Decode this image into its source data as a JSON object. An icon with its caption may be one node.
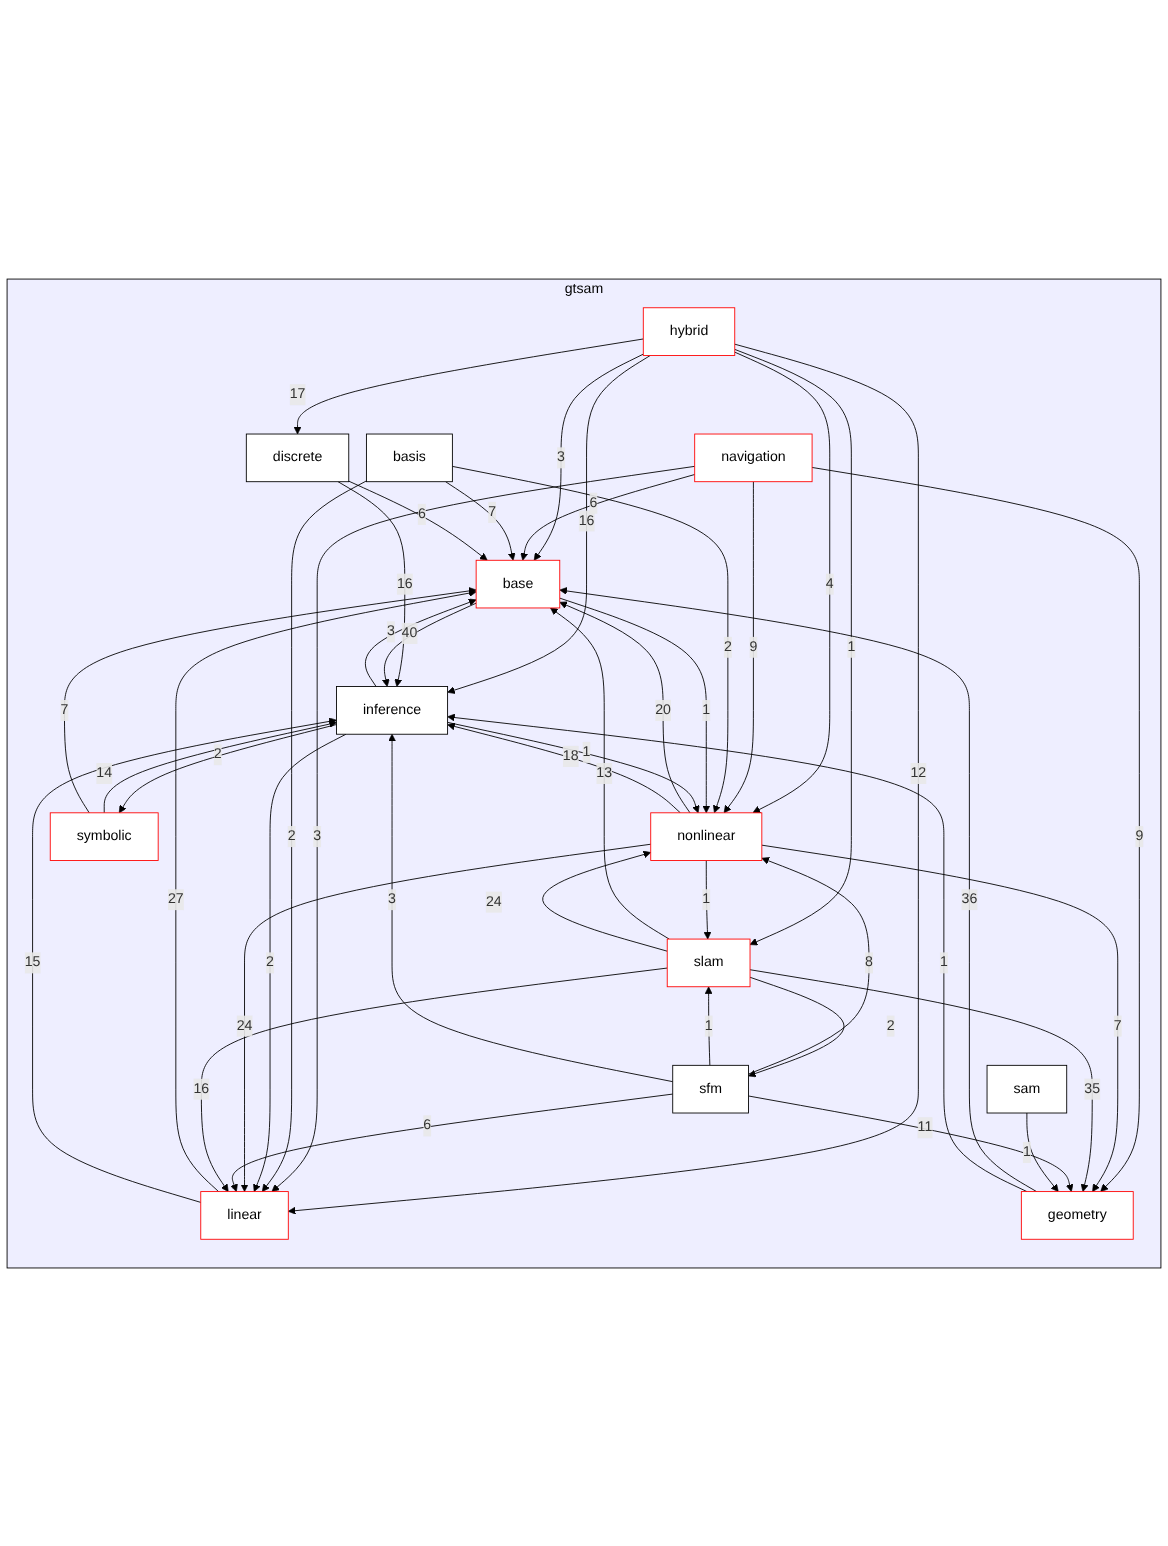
{
  "diagram": {
    "nodes": [
      {
        "text": [
          "gtsam"
        ]
      },
      {
        "text": [
          "hybrid"
        ],
        "in": 0
      },
      {
        "text": [
          "navigation"
        ],
        "in": 0
      },
      {
        "text": [
          "basis"
        ],
        "in": 0
      },
      {
        "text": [
          "discrete"
        ],
        "in": 0
      },
      {
        "text": [
          "base"
        ],
        "in": 0
      },
      {
        "text": [
          "inference"
        ],
        "in": 0
      },
      {
        "text": [
          "nonlinear"
        ],
        "in": 0
      },
      {
        "text": [
          "symbolic"
        ],
        "in": 0
      },
      {
        "text": [
          "slam"
        ],
        "in": 0
      },
      {
        "text": [
          "sam"
        ],
        "in": 0
      },
      {
        "text": [
          "sfm"
        ],
        "in": 0
      },
      {
        "text": [
          "geometry"
        ],
        "in": 0
      },
      {
        "text": [
          "linear"
        ],
        "in": 0
      }
    ],
    "edges": [
      {
        "from": 1,
        "to": 4,
        "arrow": "to",
        "label": "17"
      },
      {
        "from": 1,
        "to": 5,
        "arrow": "to",
        "label": "3"
      },
      {
        "from": 1,
        "to": 7,
        "arrow": "to",
        "label": "4"
      },
      {
        "from": 1,
        "to": 9,
        "arrow": "to",
        "label": "1"
      },
      {
        "from": 1,
        "to": 6,
        "arrow": "to",
        "label": "16"
      },
      {
        "from": 1,
        "to": 13,
        "arrow": "to",
        "label": "12"
      },
      {
        "from": 2,
        "to": 5,
        "arrow": "to",
        "label": "6"
      },
      {
        "from": 2,
        "to": 7,
        "arrow": "to",
        "label": "9"
      },
      {
        "from": 2,
        "to": 12,
        "arrow": "to",
        "label": "9"
      },
      {
        "from": 2,
        "to": 13,
        "arrow": "to",
        "label": "3"
      },
      {
        "from": 3,
        "to": 5,
        "arrow": "to",
        "label": "7"
      },
      {
        "from": 3,
        "to": 7,
        "arrow": "to",
        "label": "2"
      },
      {
        "from": 3,
        "to": 13,
        "arrow": "to",
        "label": "2"
      },
      {
        "from": 4,
        "to": 5,
        "arrow": "to",
        "label": "6"
      },
      {
        "from": 4,
        "to": 6,
        "arrow": "to",
        "label": "16"
      },
      {
        "from": 5,
        "to": 6,
        "arrow": "to",
        "label": "40"
      },
      {
        "from": 6,
        "to": 5,
        "arrow": "to",
        "label": "3"
      },
      {
        "from": 6,
        "to": 13,
        "arrow": "to",
        "label": "2"
      },
      {
        "from": 13,
        "to": 5,
        "arrow": "to",
        "label": "27"
      },
      {
        "from": 13,
        "to": 6,
        "arrow": "to",
        "label": "15"
      },
      {
        "from": 7,
        "to": 5,
        "arrow": "to",
        "label": "20"
      },
      {
        "from": 5,
        "to": 7,
        "arrow": "to",
        "label": "1"
      },
      {
        "from": 7,
        "to": 6,
        "arrow": "to",
        "label": "18"
      },
      {
        "from": 6,
        "to": 7,
        "arrow": "to",
        "label": "1"
      },
      {
        "from": 8,
        "to": 6,
        "arrow": "to",
        "label": "14"
      },
      {
        "from": 6,
        "to": 8,
        "arrow": "to",
        "label": "2"
      },
      {
        "from": 8,
        "to": 5,
        "arrow": "to",
        "label": "7"
      },
      {
        "from": 12,
        "to": 5,
        "arrow": "to",
        "label": "36"
      },
      {
        "from": 9,
        "to": 5,
        "arrow": "to",
        "label": "13"
      },
      {
        "from": 7,
        "to": 12,
        "arrow": "to",
        "label": "7"
      },
      {
        "from": 7,
        "to": 9,
        "arrow": "to",
        "label": "1"
      },
      {
        "from": 9,
        "to": 7,
        "arrow": "to",
        "label": "24"
      },
      {
        "from": 11,
        "to": 7,
        "arrow": "to",
        "label": "8"
      },
      {
        "from": 7,
        "to": 13,
        "arrow": "to",
        "label": "24"
      },
      {
        "from": 11,
        "to": 9,
        "arrow": "to",
        "label": "1"
      },
      {
        "from": 9,
        "to": 11,
        "arrow": "to",
        "label": "2"
      },
      {
        "from": 11,
        "to": 13,
        "arrow": "to",
        "label": "6"
      },
      {
        "from": 9,
        "to": 13,
        "arrow": "to",
        "label": "16"
      },
      {
        "from": 9,
        "to": 12,
        "arrow": "to",
        "label": "35"
      },
      {
        "from": 11,
        "to": 12,
        "arrow": "to",
        "label": "11"
      },
      {
        "from": 10,
        "to": 12,
        "arrow": "to",
        "label": "1"
      },
      {
        "from": 11,
        "to": 6,
        "arrow": "to",
        "label": "3"
      },
      {
        "from": 12,
        "to": 6,
        "arrow": "to",
        "label": "1"
      }
    ]
  }
}
